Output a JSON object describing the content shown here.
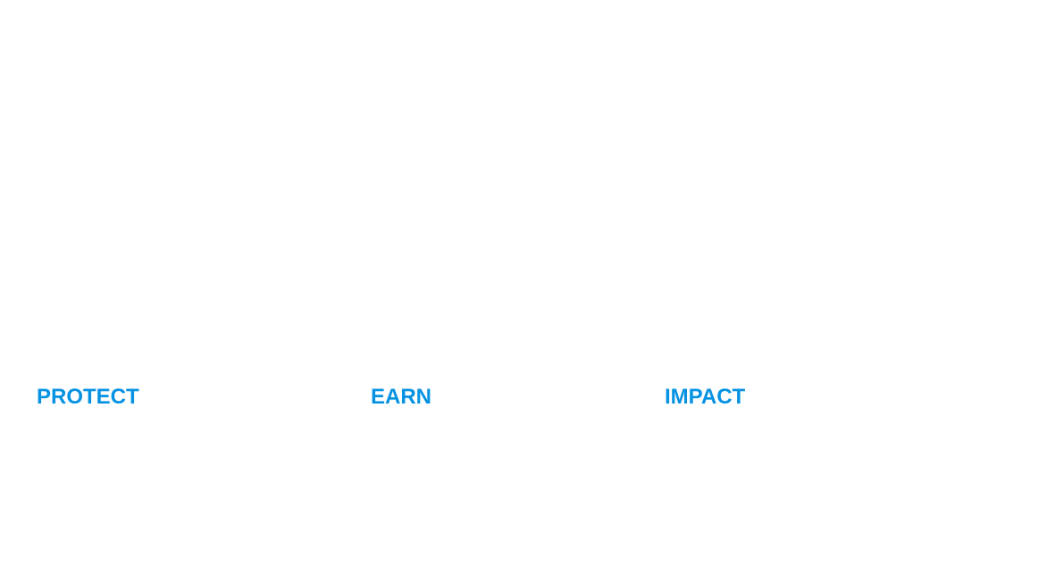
{
  "theme": {
    "background": "#ffffff",
    "accent": "#0592e2"
  },
  "features": {
    "protect": {
      "title": "PROTECT"
    },
    "earn": {
      "title": "EARN"
    },
    "impact": {
      "title": "IMPACT"
    }
  }
}
